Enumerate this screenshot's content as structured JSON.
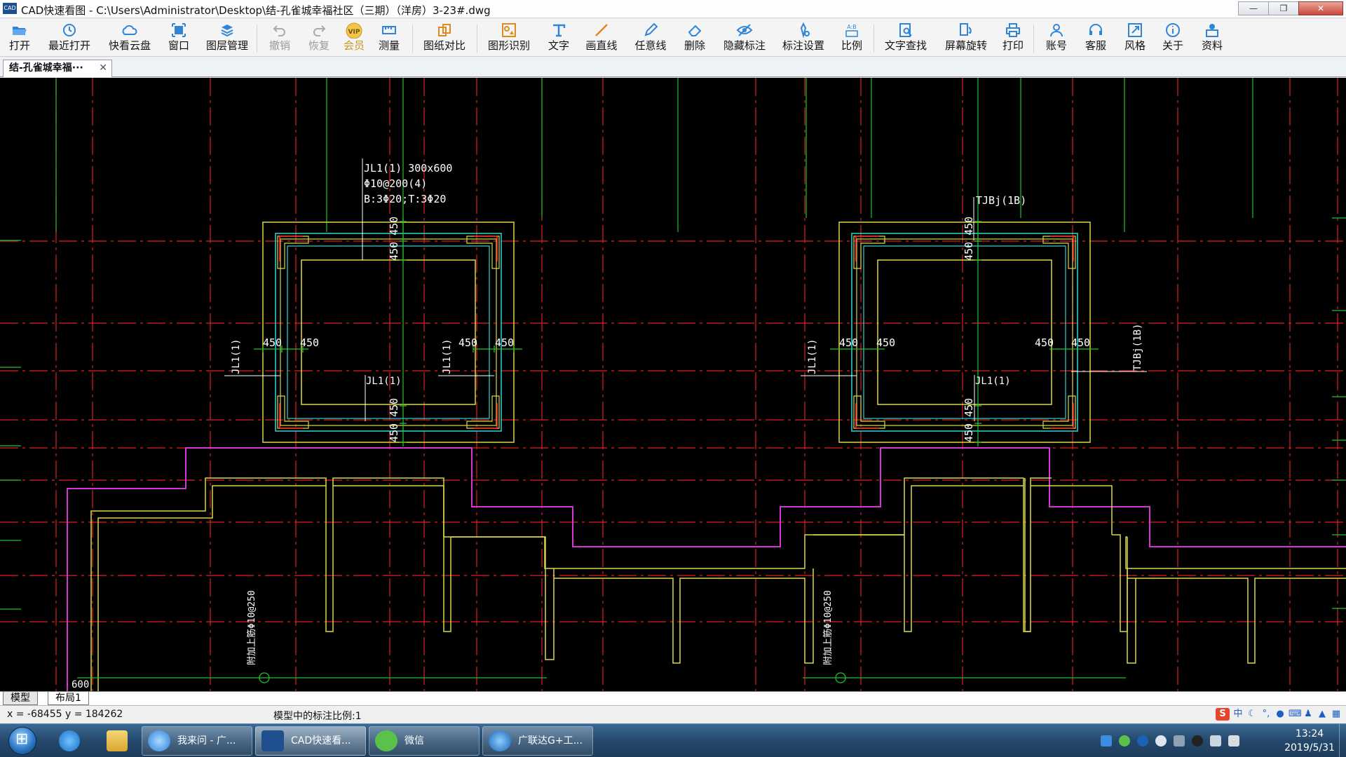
{
  "window": {
    "app_icon_text": "CAD",
    "title": "CAD快速看图 - C:\\Users\\Administrator\\Desktop\\结-孔雀城幸福社区（三期）（洋房）3-23#.dwg",
    "minimize": "—",
    "maximize": "❐",
    "close": "✕"
  },
  "toolbar": {
    "open": "打开",
    "recent": "最近打开",
    "cloud": "快看云盘",
    "window": "窗口",
    "layers": "图层管理",
    "undo": "撤销",
    "redo": "恢复",
    "vip": "会员",
    "vip_badge": "VIP",
    "measure": "测量",
    "compare": "图纸对比",
    "recognize": "图形识别",
    "text": "文字",
    "line": "画直线",
    "freeline": "任意线",
    "delete": "删除",
    "hide_dim": "隐藏标注",
    "dim_settings": "标注设置",
    "ratio": "比例",
    "find_text": "文字查找",
    "rotate": "屏幕旋转",
    "print": "打印",
    "account": "账号",
    "service": "客服",
    "style": "风格",
    "about": "关于",
    "resources": "资料"
  },
  "doc_tab": {
    "label": "结-孔雀城幸福···",
    "close": "✕"
  },
  "drawing": {
    "left": {
      "beam_label_1": "JL1(1) 300x600",
      "beam_label_2": "Φ10@200(4)",
      "beam_label_3": "B:3Φ20;T:3Φ20",
      "top_dim": "450 450",
      "bottom_dim": "450 450",
      "dim_l1": "450",
      "dim_l2": "450",
      "dim_r1": "450",
      "dim_r2": "450",
      "side_label_left": "JL1(1)",
      "side_label_mid": "JL1(1)",
      "inner_label": "JL1(1)",
      "vertical_note": "附加上筋Φ10@250"
    },
    "right": {
      "top_label": "TJBj(1B)",
      "side_label_right": "TJBj(1B)",
      "top_dim": "450 450",
      "bottom_dim": "450 450",
      "dim_l1": "450",
      "dim_l2": "450",
      "dim_r1": "450",
      "dim_r2": "450",
      "side_label_left": "JL1(1)",
      "inner_label": "JL1(1)",
      "vertical_note": "附加上筋Φ10@250"
    },
    "bottom_dim_600": "600"
  },
  "layout_tabs": {
    "model": "模型",
    "layout1": "布局1"
  },
  "status": {
    "coords": "x = -68455  y = 184262",
    "scale_text": "模型中的标注比例:1",
    "ime_s": "S",
    "ime_lang": "中"
  },
  "taskbar": {
    "tasks": [
      {
        "label": "我来问 - 广..."
      },
      {
        "label": "CAD快速看..."
      },
      {
        "label": "微信"
      },
      {
        "label": "广联达G+工..."
      }
    ],
    "time": "13:24",
    "date": "2019/5/31"
  }
}
